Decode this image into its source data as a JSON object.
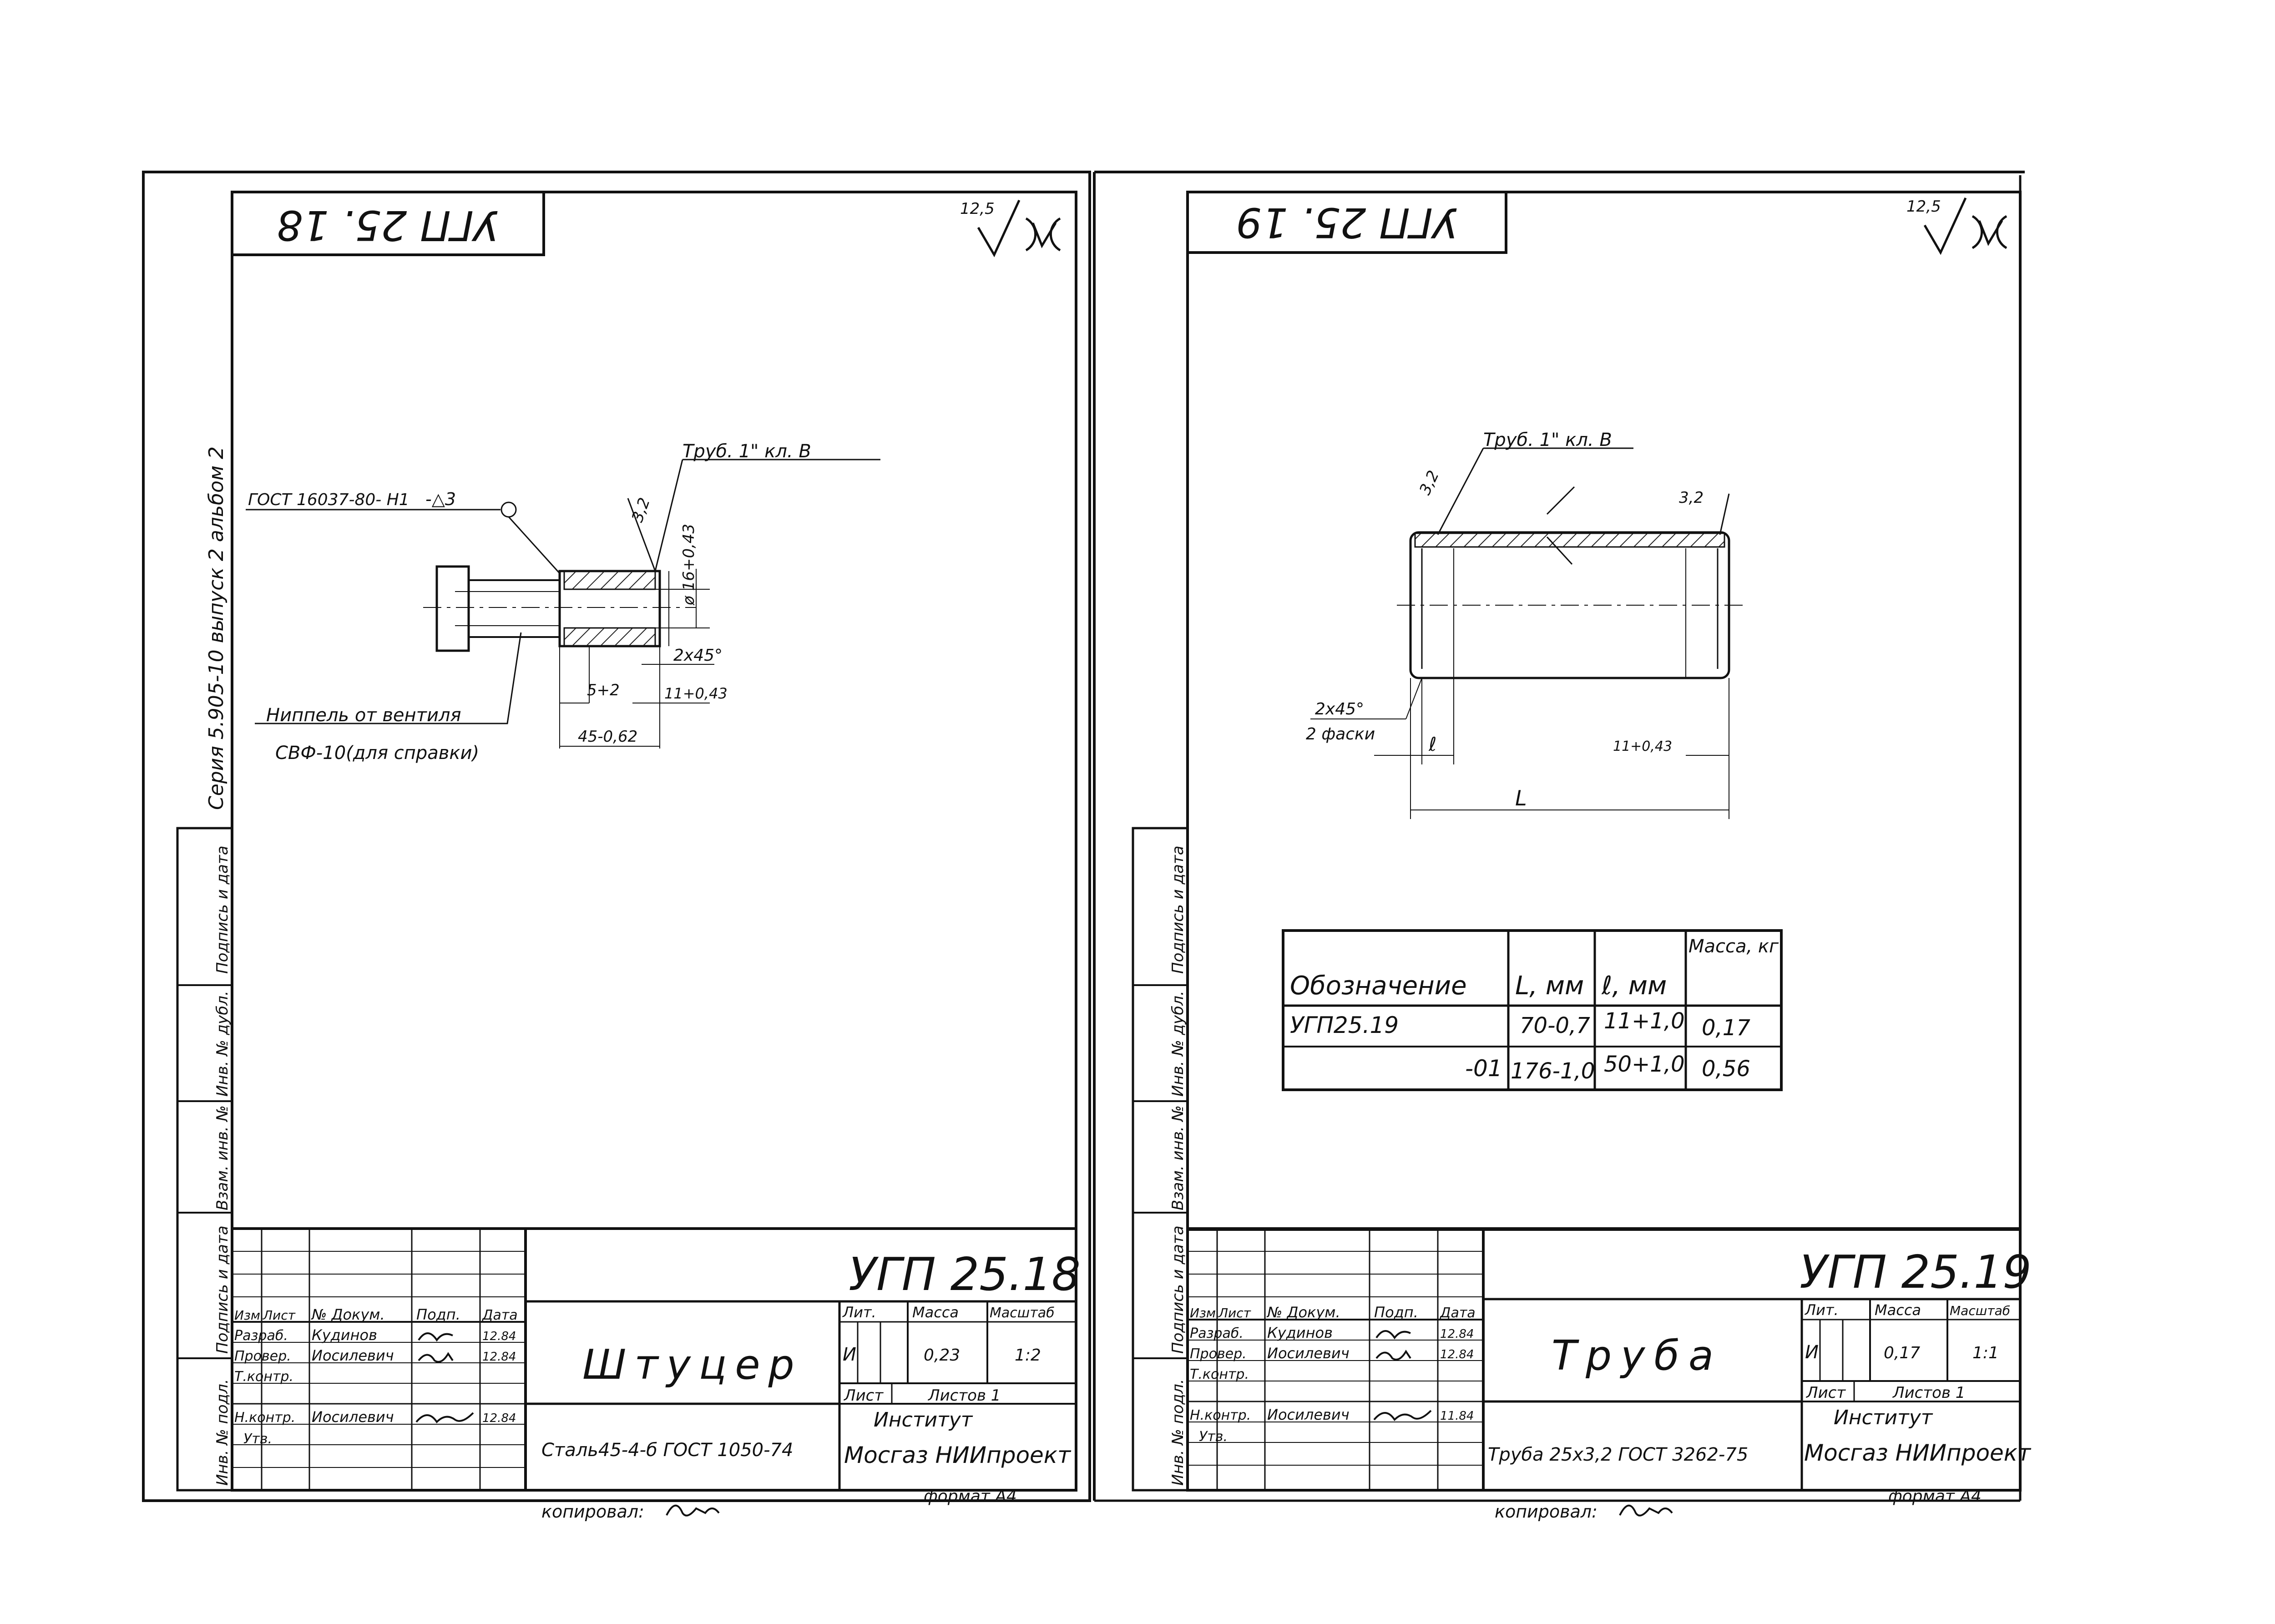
{
  "left_sheet": {
    "stamp": "УГП 25. 18",
    "roughness": {
      "value": "12,5"
    },
    "side_text": "Серия 5.905-10   выпуск 2   альбом 2",
    "side_columns": [
      "Подпись и дата",
      "Инв. № дубл.",
      "Взам. инв. №",
      "Подпись и дата",
      "Инв. № подл."
    ],
    "notes": {
      "pipe_thread": "Труб. 1\" кл. В",
      "gost_thread": "ГОСТ 16037-80- Н1",
      "weld_symbol": "-△3",
      "rough_edge": "3,2",
      "diameter": "ø 16+0,43",
      "chamfer": "2x45°",
      "dim_5": "5+2",
      "dim_11": "11+0,43",
      "dim_45": "45-0,62",
      "nipple_line1": "Ниппель от вентиля",
      "nipple_line2": "СВФ-10(для справки)"
    },
    "title_block": {
      "code": "УГП 25.18",
      "name": "Штуцер",
      "material": "Сталь45-4-б  ГОСТ 1050-74",
      "headers": [
        "Изм.",
        "Лист",
        "№ Докум.",
        "Подп.",
        "Дата"
      ],
      "rows": [
        {
          "role": "Разраб.",
          "name": "Кудинов",
          "date": "12.84"
        },
        {
          "role": "Провер.",
          "name": "Иосилевич",
          "date": "12.84"
        },
        {
          "role": "Т.контр.",
          "name": "",
          "date": ""
        },
        {
          "role": "Н.контр.",
          "name": "Иосилевич",
          "date": "12.84"
        },
        {
          "role": "Утв.",
          "name": "",
          "date": ""
        }
      ],
      "lit_label": "Лит.",
      "mass_label": "Масса",
      "scale_label": "Масштаб",
      "lit": "И",
      "mass": "0,23",
      "scale": "1:2",
      "sheet_label": "Лист",
      "sheets_label": "Листов 1",
      "org1": "Институт",
      "org2": "Мосгаз НИИпроект"
    },
    "copied": "копировал:",
    "format": "формат А4"
  },
  "right_sheet": {
    "stamp": "УГП 25. 19",
    "roughness": {
      "value": "12,5"
    },
    "side_columns": [
      "Подпись и дата",
      "Инв. № дубл.",
      "Взам. инв. №",
      "Подпись и дата",
      "Инв. № подл."
    ],
    "notes": {
      "pipe_thread": "Труб. 1\" кл. В",
      "rough_left": "3,2",
      "rough_right": "3,2",
      "chamfer": "2x45°",
      "chamfer2": "2 фаски",
      "dim_l": "ℓ",
      "dim_11": "11+0,43",
      "dim_L": "L"
    },
    "table": {
      "headers": [
        "Обозначение",
        "L, мм",
        "ℓ, мм",
        "Масса, кг"
      ],
      "rows": [
        [
          "УГП25.19",
          "70-0,7",
          "11+1,0",
          "0,17"
        ],
        [
          "-01",
          "176-1,0",
          "50+1,0",
          "0,56"
        ]
      ]
    },
    "title_block": {
      "code": "УГП 25.19",
      "name": "Труба",
      "material": "Труба 25х3,2  ГОСТ 3262-75",
      "headers": [
        "Изм.",
        "Лист",
        "№ Докум.",
        "Подп.",
        "Дата"
      ],
      "rows": [
        {
          "role": "Разраб.",
          "name": "Кудинов",
          "date": "12.84"
        },
        {
          "role": "Провер.",
          "name": "Иосилевич",
          "date": "12.84"
        },
        {
          "role": "Т.контр.",
          "name": "",
          "date": ""
        },
        {
          "role": "Н.контр.",
          "name": "Иосилевич",
          "date": "11.84"
        },
        {
          "role": "Утв.",
          "name": "",
          "date": ""
        }
      ],
      "lit_label": "Лит.",
      "mass_label": "Масса",
      "scale_label": "Масштаб",
      "lit": "И",
      "mass": "0,17",
      "scale": "1:1",
      "sheet_label": "Лист",
      "sheets_label": "Листов 1",
      "org1": "Институт",
      "org2": "Мосгаз НИИпроект"
    },
    "copied": "копировал:",
    "format": "формат А4"
  }
}
